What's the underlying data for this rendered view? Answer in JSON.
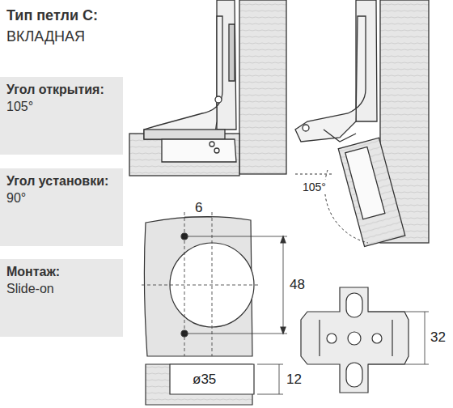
{
  "diagram": {
    "nodes": [
      {
        "text": [
          "Тип петли С:",
          "ВКЛАДНАЯ"
        ]
      },
      {
        "text": [
          "Угол открытия:",
          "105°"
        ]
      },
      {
        "text": [
          "Угол установки:",
          "90°"
        ]
      },
      {
        "text": [
          "Монтаж:",
          "Slide-on"
        ]
      }
    ],
    "labels": [
      "105°",
      "6",
      "48",
      "ø35",
      "12",
      "32"
    ]
  }
}
